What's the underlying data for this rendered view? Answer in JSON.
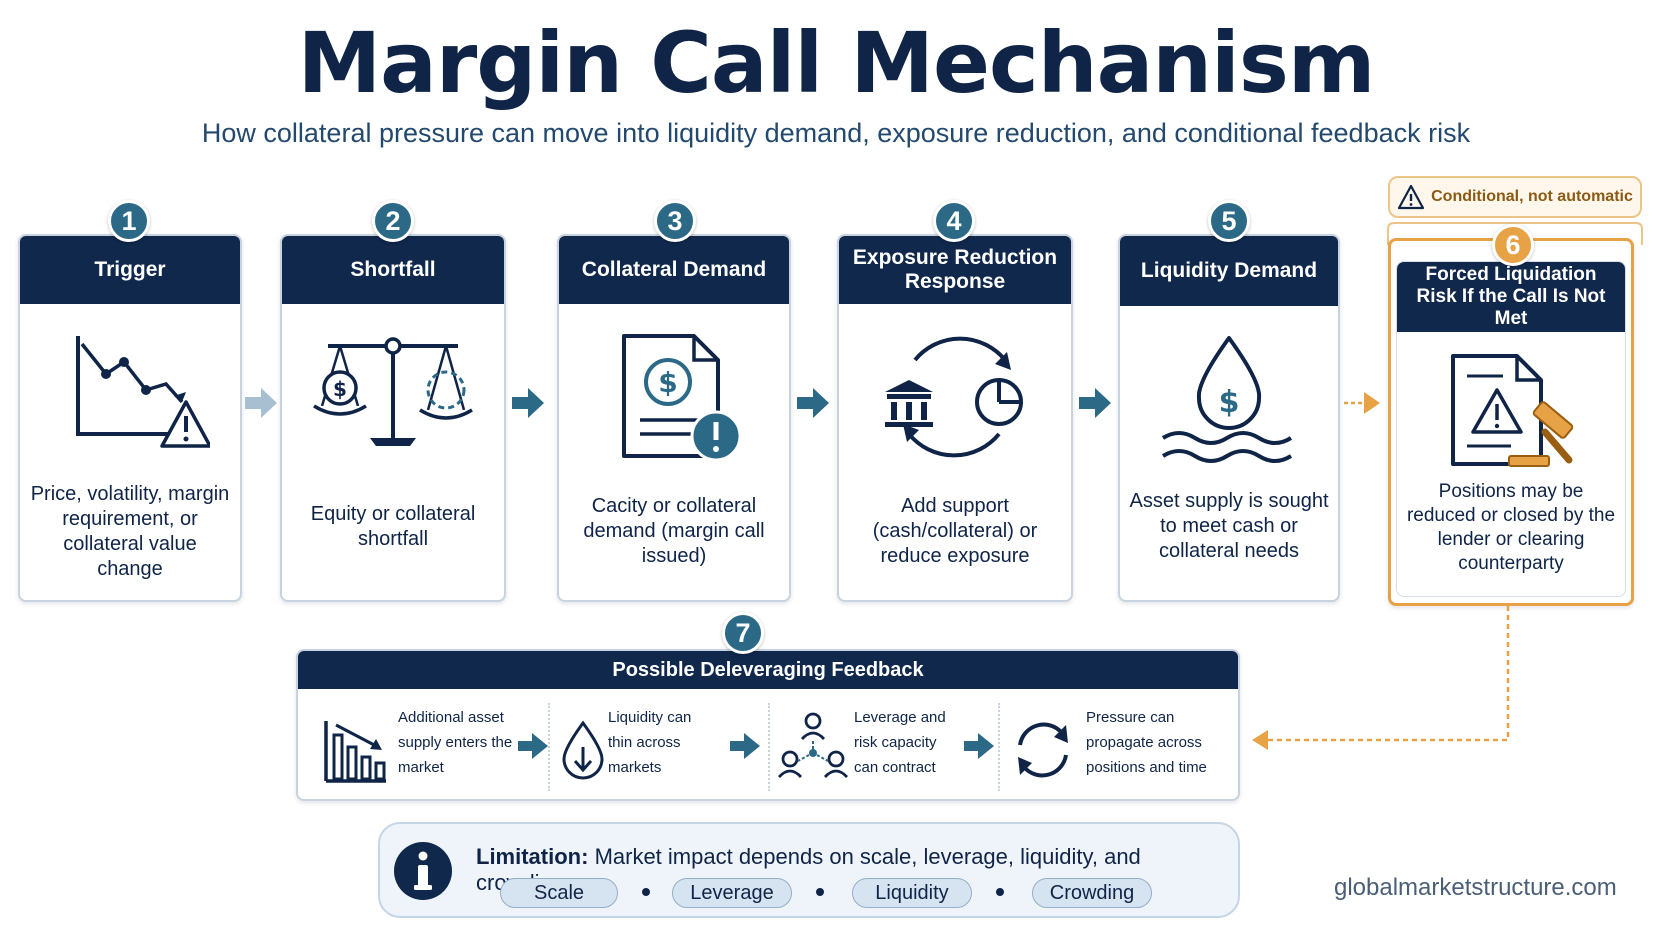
{
  "title": "Margin Call Mechanism",
  "subtitle": "How collateral pressure can move into liquidity demand, exposure reduction, and conditional feedback risk",
  "colors": {
    "navy": "#10284c",
    "teal": "#2c6987",
    "orange": "#e6a245",
    "light_blue": "#d6e3f1"
  },
  "steps": [
    {
      "number": "1",
      "title": "Trigger",
      "text": "Price, volatility, margin requirement, or collateral value change",
      "icon": "falling-chart-warning-icon"
    },
    {
      "number": "2",
      "title": "Shortfall",
      "text": "Equity or collateral shortfall",
      "icon": "balance-scale-icon"
    },
    {
      "number": "3",
      "title": "Collateral Demand",
      "text": "Cacity or collateral demand (margin call issued)",
      "icon": "document-dollar-alert-icon"
    },
    {
      "number": "4",
      "title": "Exposure Reduction Response",
      "text": "Add support (cash/collateral) or reduce exposure",
      "icon": "bank-cycle-pie-icon"
    },
    {
      "number": "5",
      "title": "Liquidity Demand",
      "text": "Asset supply is sought to meet cash or collateral needs",
      "icon": "dollar-drop-waves-icon"
    },
    {
      "number": "6",
      "title": "Forced Liquidation Risk If the Call Is Not Met",
      "text": "Positions may be reduced or closed by the lender or clearing counterparty",
      "icon": "document-gavel-icon"
    }
  ],
  "conditional_tag": "Conditional, not automatic",
  "feedback": {
    "number": "7",
    "title": "Possible Deleveraging Feedback",
    "items": [
      {
        "text": "Additional asset supply enters the market",
        "icon": "falling-bars-icon"
      },
      {
        "text": "Liquidity can thin across markets",
        "icon": "drop-down-arrow-icon"
      },
      {
        "text": "Leverage and risk capacity can contract",
        "icon": "network-people-icon"
      },
      {
        "text": "Pressure can propagate across positions and time",
        "icon": "circular-arrows-icon"
      }
    ]
  },
  "limitation": {
    "label": "Limitation:",
    "text": "Market impact depends on scale, leverage, liquidity, and crowding.",
    "tags": [
      "Scale",
      "Leverage",
      "Liquidity",
      "Crowding"
    ],
    "icon": "info-icon"
  },
  "website": "globalmarketstructure.com"
}
